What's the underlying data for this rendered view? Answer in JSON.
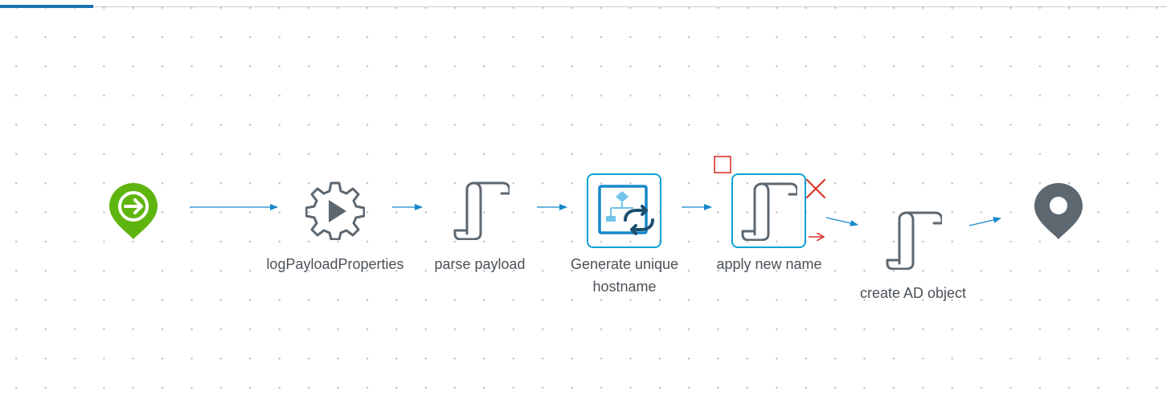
{
  "workflow": {
    "nodes": [
      {
        "id": "start",
        "type": "start",
        "icon": "start-arrow-icon"
      },
      {
        "id": "log",
        "type": "action",
        "icon": "gear-play-icon",
        "label": "logPayloadProperties"
      },
      {
        "id": "parse",
        "type": "script",
        "icon": "script-scroll-icon",
        "label": "parse payload"
      },
      {
        "id": "generate",
        "type": "workflow",
        "icon": "workflow-loop-icon",
        "label_line1": "Generate unique",
        "label_line2": "hostname"
      },
      {
        "id": "apply",
        "type": "script",
        "icon": "script-scroll-icon",
        "label": "apply new name"
      },
      {
        "id": "create",
        "type": "script",
        "icon": "script-scroll-icon",
        "label": "create AD object"
      },
      {
        "id": "end",
        "type": "end",
        "icon": "end-pin-icon"
      }
    ]
  },
  "colors": {
    "start": "#5fb50f",
    "icon_gray": "#5d6770",
    "link_blue": "#1688c9",
    "selection": "#0ea2d7",
    "error_red": "#d9352c",
    "workflow_blue": "#1688c9",
    "workflow_light": "#72c4e8"
  }
}
